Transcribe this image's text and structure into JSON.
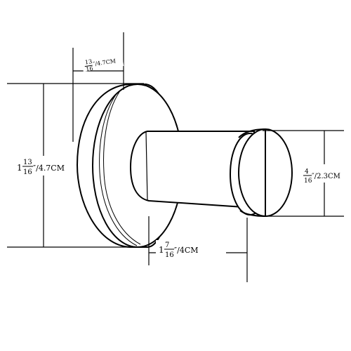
{
  "dimensions": {
    "base_depth": {
      "whole": "",
      "num": "13",
      "den": "16",
      "suffix": "″/4.7CM"
    },
    "base_height": {
      "whole": "1",
      "num": "13",
      "den": "16",
      "suffix": "″/4.7CM"
    },
    "projection": {
      "whole": "1",
      "num": "7",
      "den": "16",
      "suffix": "″/4CM"
    },
    "knob_diameter": {
      "whole": "",
      "num": "4",
      "den": "16",
      "suffix": "″/2.3CM"
    }
  }
}
